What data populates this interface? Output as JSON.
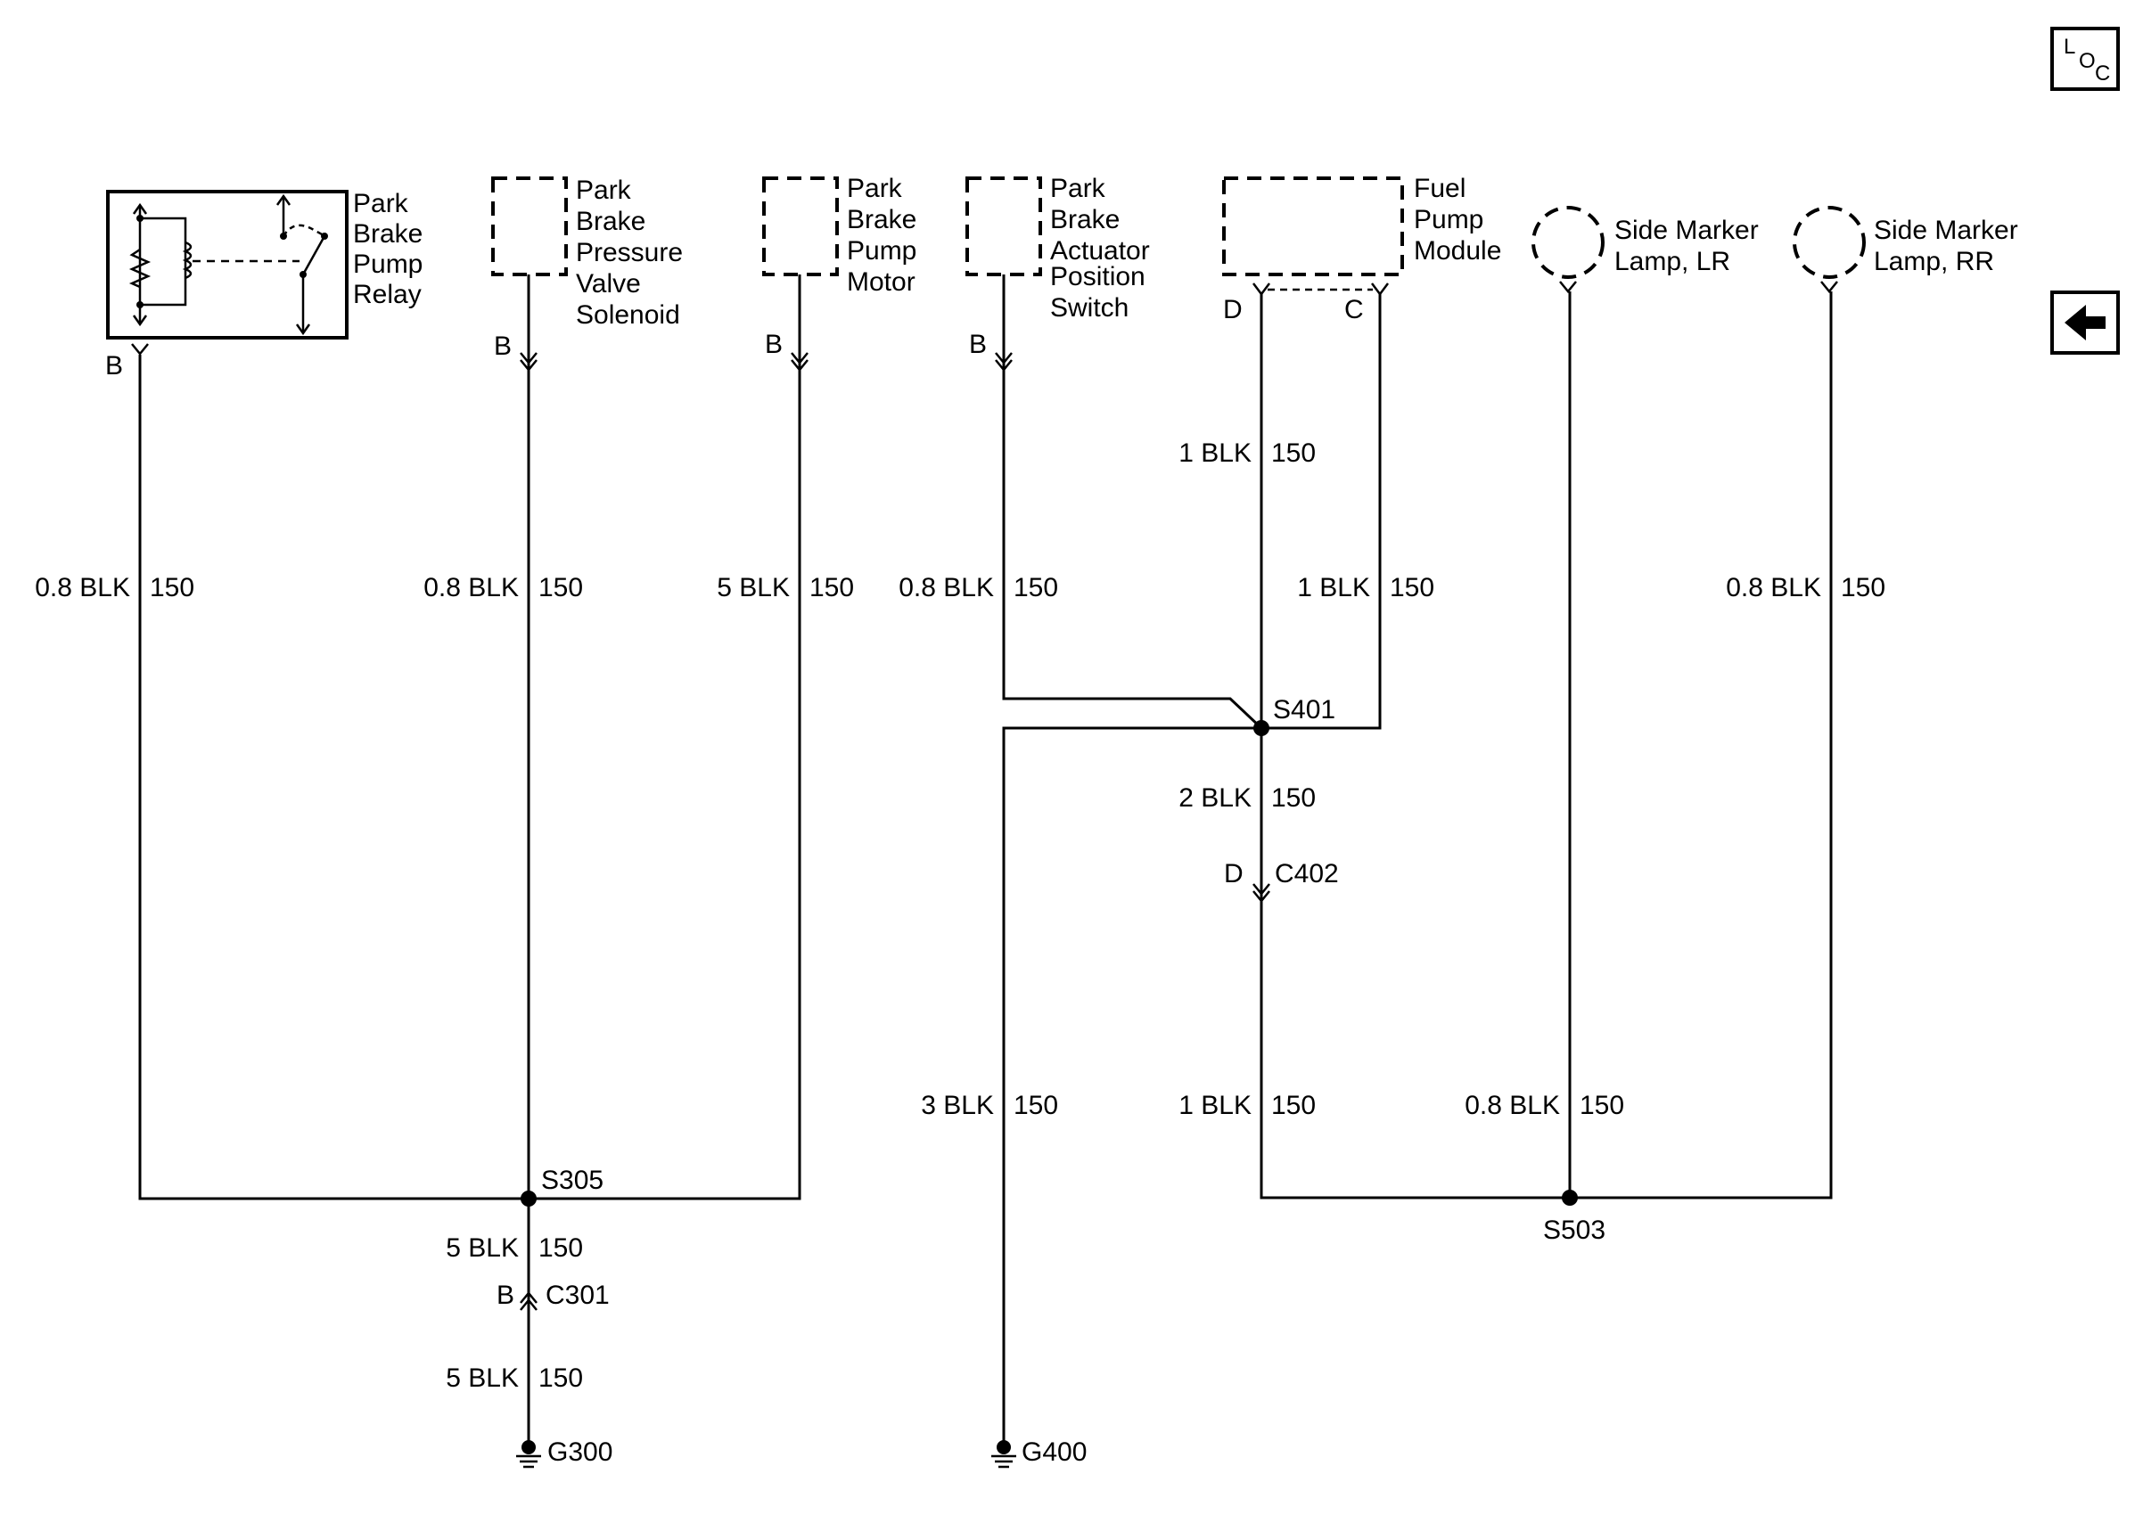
{
  "nav": {
    "loc_icon": "loc-icon",
    "back_icon": "left-arrow-icon"
  },
  "loc": {
    "l": "L",
    "o": "O",
    "c": "C"
  },
  "components": {
    "relay": [
      "Park",
      "Brake",
      "Pump",
      "Relay"
    ],
    "pressure_valve": [
      "Park",
      "Brake",
      "Pressure",
      "Valve",
      "Solenoid"
    ],
    "pump_motor": [
      "Park",
      "Brake",
      "Pump",
      "Motor"
    ],
    "actuator_switch": [
      "Park",
      "Brake",
      "Actuator",
      "Position",
      "Switch"
    ],
    "fuel_pump": [
      "Fuel",
      "Pump",
      "Module"
    ],
    "lamp_lr": [
      "Side Marker",
      "Lamp, LR"
    ],
    "lamp_rr": [
      "Side Marker",
      "Lamp, RR"
    ]
  },
  "pins": {
    "relay": "B",
    "pressure_valve": "B",
    "pump_motor": "B",
    "actuator_switch": "B",
    "fuel_pump_d": "D",
    "fuel_pump_c": "C",
    "c402": "D",
    "c301": "B"
  },
  "wires": {
    "relay": {
      "gauge": "0.8 BLK",
      "circuit": "150"
    },
    "pressure_valve": {
      "gauge": "0.8 BLK",
      "circuit": "150"
    },
    "pump_motor": {
      "gauge": "5 BLK",
      "circuit": "150"
    },
    "actuator_switch": {
      "gauge": "0.8 BLK",
      "circuit": "150"
    },
    "fuel_pump_d": {
      "gauge": "1 BLK",
      "circuit": "150"
    },
    "fuel_pump_c": {
      "gauge": "1 BLK",
      "circuit": "150"
    },
    "lamp_rr": {
      "gauge": "0.8 BLK",
      "circuit": "150"
    },
    "s401_c402": {
      "gauge": "2 BLK",
      "circuit": "150"
    },
    "g400": {
      "gauge": "3 BLK",
      "circuit": "150"
    },
    "c402_s503": {
      "gauge": "1 BLK",
      "circuit": "150"
    },
    "lamp_lr": {
      "gauge": "0.8 BLK",
      "circuit": "150"
    },
    "s305_c301": {
      "gauge": "5 BLK",
      "circuit": "150"
    },
    "c301_g300": {
      "gauge": "5 BLK",
      "circuit": "150"
    }
  },
  "splices": {
    "s305": "S305",
    "s401": "S401",
    "s503": "S503"
  },
  "connectors": {
    "c402": "C402",
    "c301": "C301"
  },
  "grounds": {
    "g300": "G300",
    "g400": "G400"
  }
}
